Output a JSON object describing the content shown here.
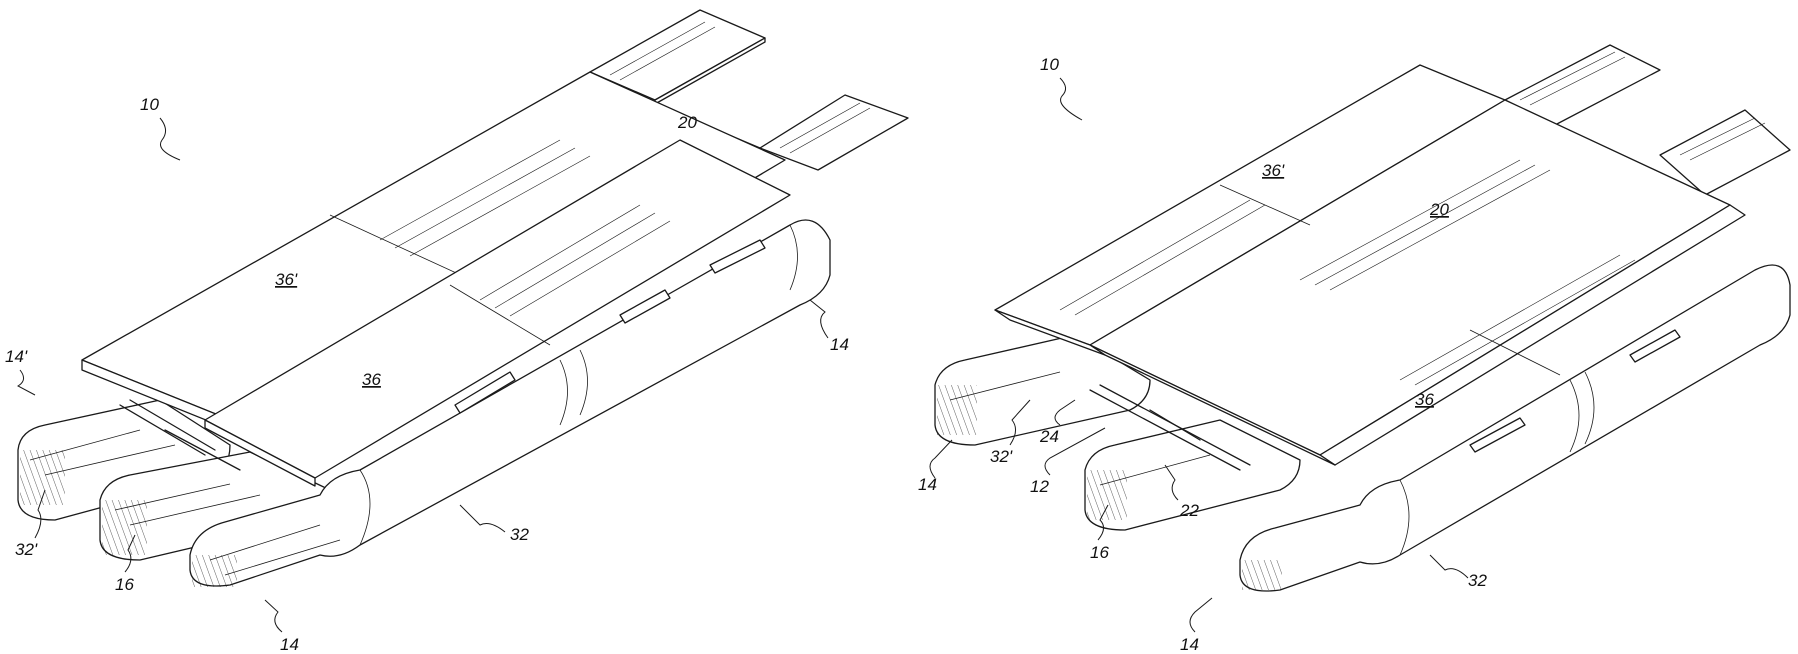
{
  "figure_left": {
    "labels": {
      "assembly": "10",
      "deck_center": "20",
      "panel_left": "36'",
      "panel_right": "36",
      "pontoon_outer_left": "14'",
      "pontoon_right": "14",
      "pontoon_bottom": "14",
      "nose_left": "32'",
      "middle_pontoon": "16",
      "nose_right": "32"
    }
  },
  "figure_right": {
    "labels": {
      "assembly": "10",
      "deck_center": "20",
      "panel_left": "36'",
      "panel_right": "36",
      "pontoon_left": "14",
      "pontoon_bottom": "14",
      "nose_left": "32'",
      "frame": "24",
      "hull": "12",
      "middle_pontoon": "16",
      "bracket": "22",
      "nose_right": "32"
    }
  }
}
